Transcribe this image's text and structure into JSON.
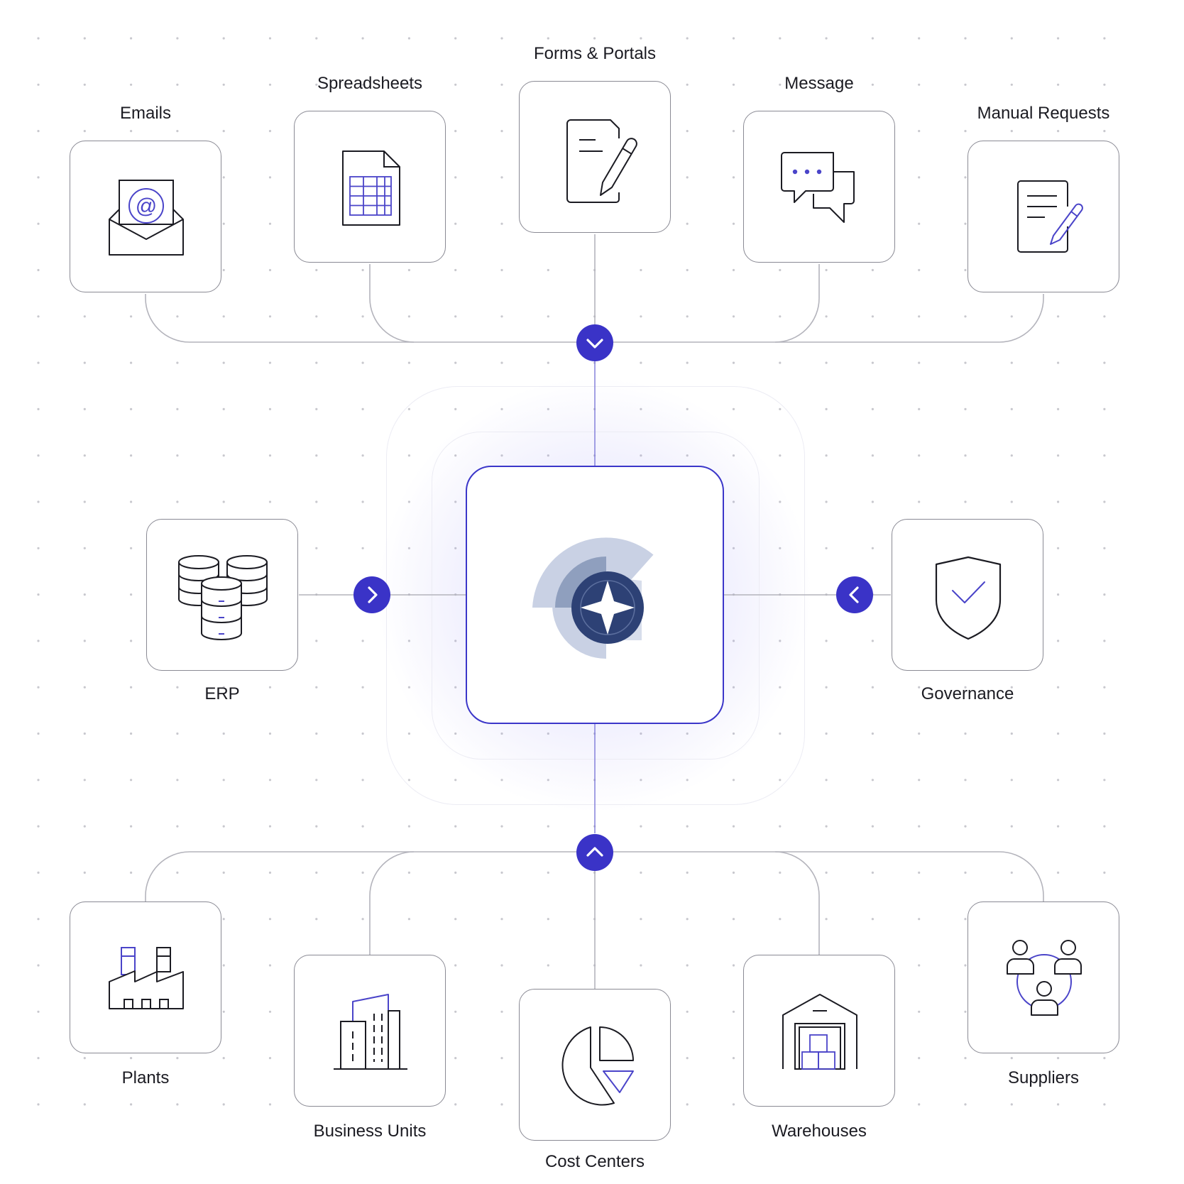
{
  "diagram": {
    "inputs": [
      {
        "label": "Emails",
        "icon": "email-envelope-icon"
      },
      {
        "label": "Spreadsheets",
        "icon": "spreadsheet-icon"
      },
      {
        "label": "Forms & Portals",
        "icon": "form-pen-icon"
      },
      {
        "label": "Message",
        "icon": "chat-bubbles-icon"
      },
      {
        "label": "Manual Requests",
        "icon": "document-pencil-icon"
      }
    ],
    "left_node": {
      "label": "ERP",
      "icon": "database-stack-icon"
    },
    "right_node": {
      "label": "Governance",
      "icon": "shield-check-icon"
    },
    "center": {
      "icon": "compass-star-logo-icon"
    },
    "outputs": [
      {
        "label": "Plants",
        "icon": "factory-icon"
      },
      {
        "label": "Business Units",
        "icon": "office-buildings-icon"
      },
      {
        "label": "Cost Centers",
        "icon": "pie-chart-icon"
      },
      {
        "label": "Warehouses",
        "icon": "warehouse-icon"
      },
      {
        "label": "Suppliers",
        "icon": "supplier-network-icon"
      }
    ],
    "colors": {
      "accent": "#3a33c7",
      "stroke": "#1b1b22",
      "border": "#8a8a94",
      "connector": "#b4b4bc",
      "logo_dark": "#2c3f74",
      "logo_light": "#c8d0e4"
    }
  }
}
